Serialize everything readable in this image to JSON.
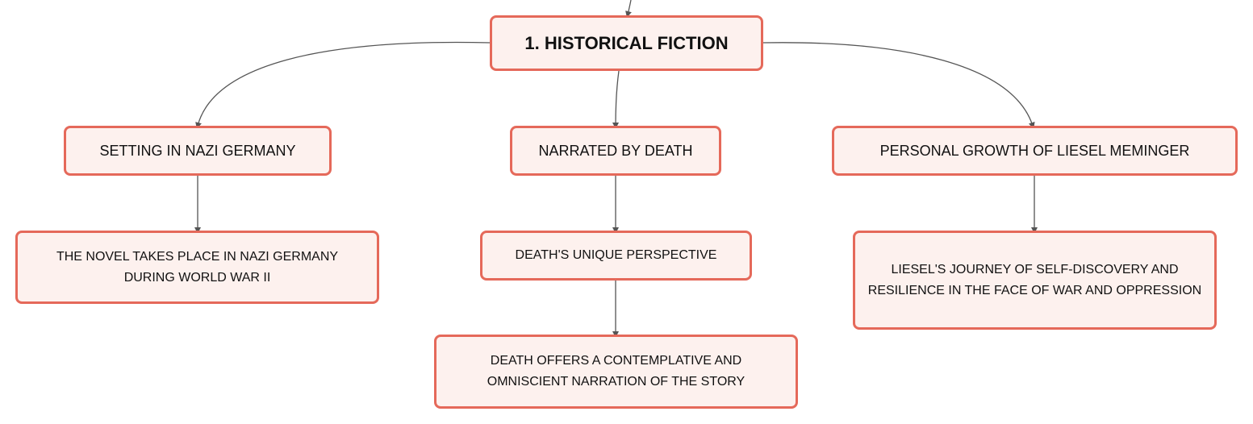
{
  "root": {
    "label": "1. HISTORICAL FICTION"
  },
  "branches": [
    {
      "label": "SETTING IN NAZI GERMANY",
      "children": [
        {
          "label": "THE NOVEL TAKES PLACE IN NAZI GERMANY DURING WORLD WAR II"
        }
      ]
    },
    {
      "label": "NARRATED BY DEATH",
      "children": [
        {
          "label": "DEATH'S UNIQUE PERSPECTIVE",
          "children": [
            {
              "label": "DEATH OFFERS A CONTEMPLATIVE AND OMNISCIENT NARRATION OF THE STORY"
            }
          ]
        }
      ]
    },
    {
      "label": "PERSONAL GROWTH OF LIESEL MEMINGER",
      "children": [
        {
          "label": "LIESEL'S JOURNEY OF SELF-DISCOVERY AND RESILIENCE IN THE FACE OF WAR AND OPPRESSION"
        }
      ]
    }
  ],
  "colors": {
    "node_border": "#e5695a",
    "node_fill": "#fdf1ee",
    "connector": "#555555",
    "text": "#111111"
  }
}
